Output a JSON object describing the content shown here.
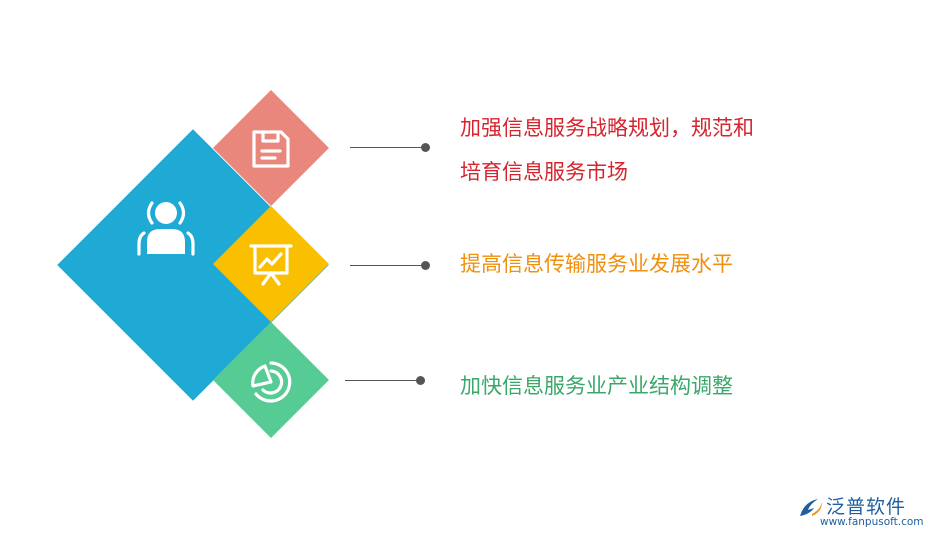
{
  "items": [
    {
      "lines": [
        "加强信息服务战略规划，规范和",
        "培育信息服务市场"
      ],
      "color": "#d5252e",
      "icon": "document-icon"
    },
    {
      "lines": [
        "提高信息传输服务业发展水平"
      ],
      "color": "#f0900f",
      "icon": "trend-chart-icon"
    },
    {
      "lines": [
        "加快信息服务业产业结构调整"
      ],
      "color": "#3aa86a",
      "icon": "pie-chart-icon"
    }
  ],
  "center_icon": "person-icon",
  "colors": {
    "blue": "#1eaad4",
    "red": "#e9877c",
    "yellow": "#f9bf00",
    "green": "#56cb93"
  },
  "logo": {
    "name": "泛普软件",
    "url": "www.fanpusoft.com"
  }
}
